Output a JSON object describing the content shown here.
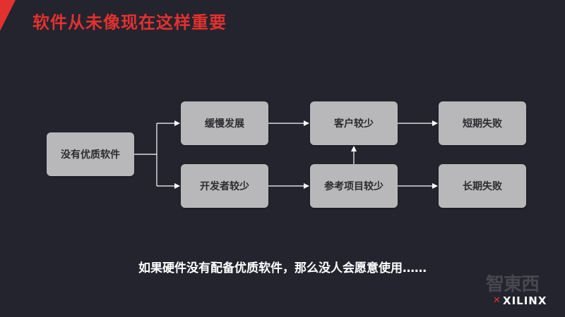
{
  "title": "软件从未像现在这样重要",
  "nodes": {
    "no_software": "没有优质软件",
    "slow_dev": "缓慢发展",
    "fewer_devs": "开发者较少",
    "fewer_customers": "客户较少",
    "fewer_projects": "参考项目较少",
    "short_fail": "短期失败",
    "long_fail": "长期失败"
  },
  "caption": "如果硬件没有配备优质软件，那么没人会愿意使用……",
  "watermark": "智東西",
  "logo": "XILINX",
  "colors": {
    "background": "#23242e",
    "accent": "#e3312f",
    "node_fill": "#b8b8ba",
    "arrow": "#ffffff"
  }
}
